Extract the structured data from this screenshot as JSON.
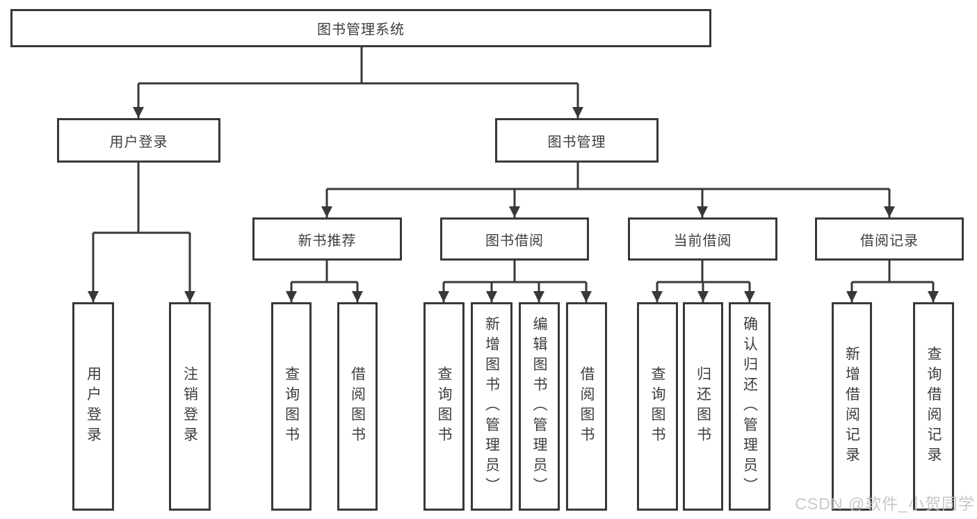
{
  "tree": {
    "root": {
      "label": "图书管理系统",
      "children": [
        {
          "label": "用户登录",
          "children": [
            {
              "label": "用户登录"
            },
            {
              "label": "注销登录"
            }
          ]
        },
        {
          "label": "图书管理",
          "children": [
            {
              "label": "新书推荐",
              "children": [
                {
                  "label": "查询图书"
                },
                {
                  "label": "借阅图书"
                }
              ]
            },
            {
              "label": "图书借阅",
              "children": [
                {
                  "label": "查询图书"
                },
                {
                  "label": "新增图书（管理员）"
                },
                {
                  "label": "编辑图书（管理员）"
                },
                {
                  "label": "借阅图书"
                }
              ]
            },
            {
              "label": "当前借阅",
              "children": [
                {
                  "label": "查询图书"
                },
                {
                  "label": "归还图书"
                },
                {
                  "label": "确认归还（管理员）"
                }
              ]
            },
            {
              "label": "借阅记录",
              "children": [
                {
                  "label": "新增借阅记录"
                },
                {
                  "label": "查询借阅记录"
                }
              ]
            }
          ]
        }
      ]
    }
  },
  "watermark": "CSDN @软件_小贺同学",
  "colors": {
    "line": "#383838",
    "box_border": "#383838",
    "text": "#3d3d3d",
    "background": "#ffffff",
    "watermark": "#c2c2c2"
  }
}
